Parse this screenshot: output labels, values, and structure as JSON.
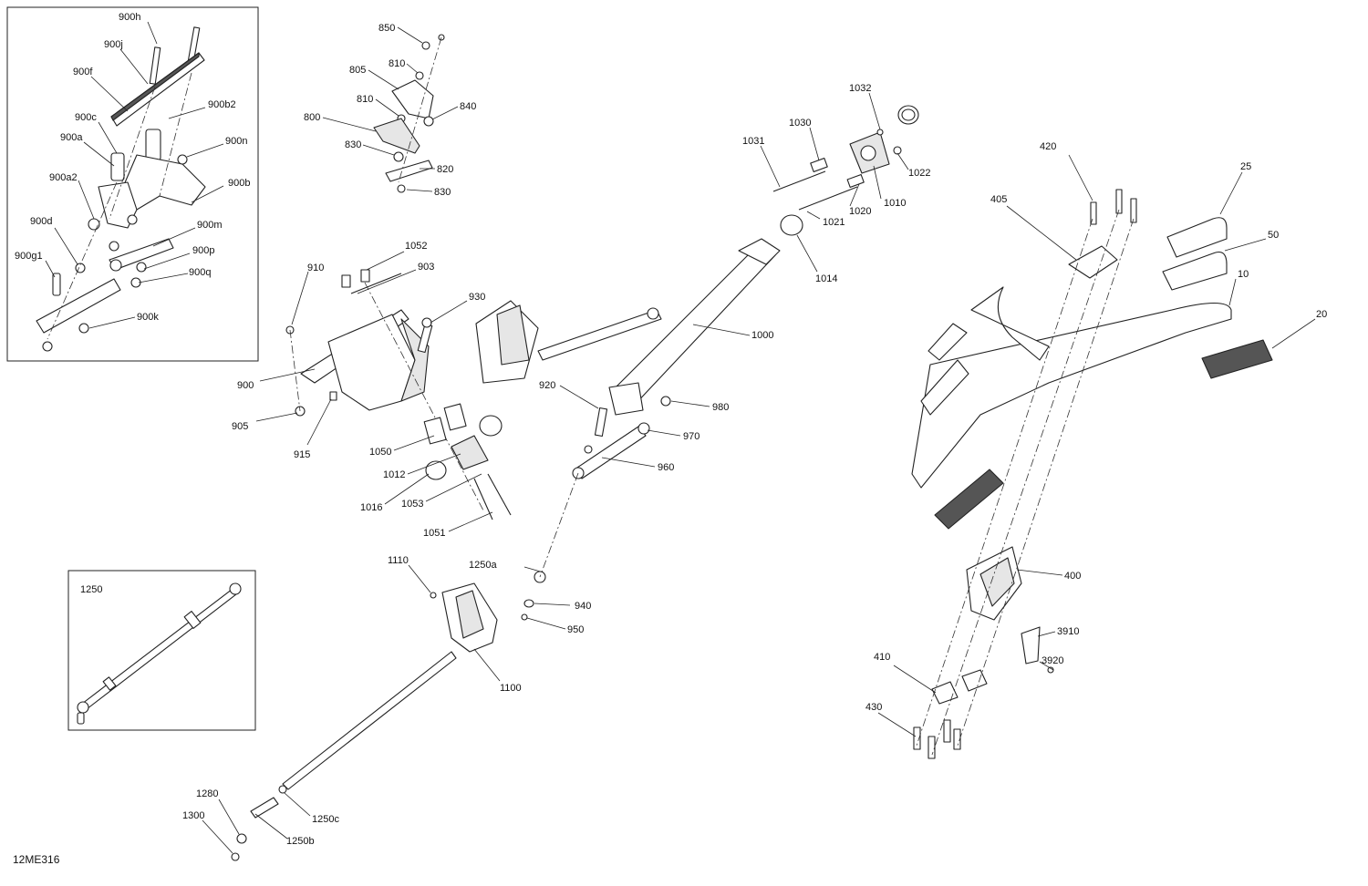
{
  "reference_code": "12ME316",
  "insets": {
    "upper_left": {
      "labels": [
        "900h",
        "900j",
        "900f",
        "900b2",
        "900c",
        "900n",
        "900a",
        "900a2",
        "900b",
        "900d",
        "900m",
        "900g1",
        "900p",
        "900q",
        "900k"
      ]
    },
    "lower_left": {
      "title": "1250"
    }
  },
  "callouts": [
    "850",
    "810",
    "805",
    "810",
    "840",
    "800",
    "830",
    "820",
    "830",
    "1032",
    "1030",
    "1031",
    "1022",
    "1010",
    "1020",
    "1021",
    "1014",
    "910",
    "1052",
    "903",
    "930",
    "900",
    "905",
    "915",
    "1000",
    "920",
    "980",
    "970",
    "960",
    "1050",
    "1012",
    "1016",
    "1053",
    "1051",
    "1110",
    "1250a",
    "940",
    "950",
    "1100",
    "1280",
    "1250c",
    "1300",
    "1250b",
    "420",
    "405",
    "25",
    "50",
    "10",
    "20",
    "400",
    "3910",
    "410",
    "3920",
    "430"
  ]
}
